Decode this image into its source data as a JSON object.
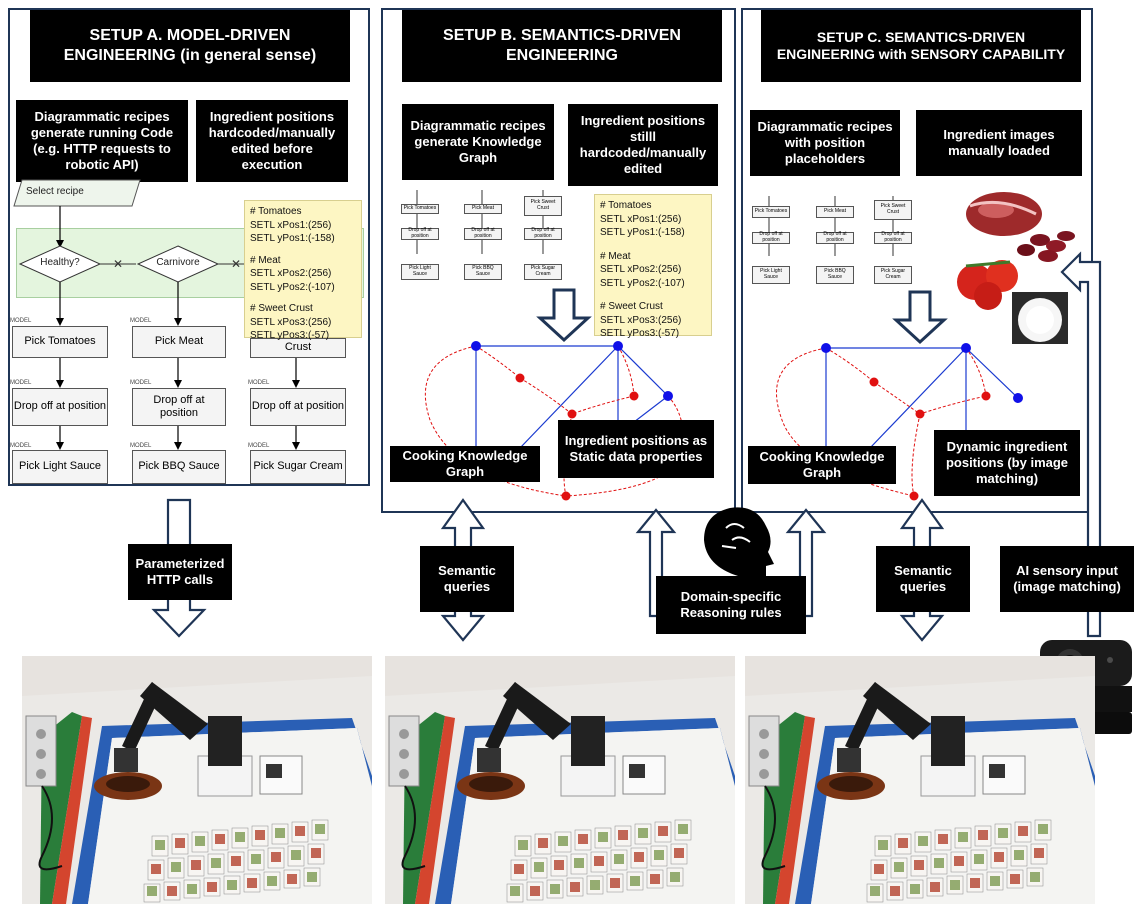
{
  "panelA": {
    "title": "SETUP A. MODEL-DRIVEN ENGINEERING (in general sense)",
    "block1": "Diagrammatic recipes generate running Code (e.g. HTTP requests to robotic API)",
    "block2": "Ingredient positions hardcoded/manually edited before execution",
    "select_recipe": "Select recipe",
    "healthy": "Healthy?",
    "carnivore": "Carnivore",
    "model_label": "MODEL",
    "col1": [
      "Pick Tomatoes",
      "Drop off at position",
      "Pick Light Sauce"
    ],
    "col2": [
      "Pick Meat",
      "Drop off at position",
      "Pick BBQ Sauce"
    ],
    "col3": [
      "Crust",
      "Drop off at position",
      "Pick Sugar Cream"
    ],
    "code_lines": [
      "# Tomatoes",
      "SETL xPos1:(256)",
      "SETL yPos1:(-158)",
      "",
      "# Meat",
      "SETL xPos2:(256)",
      "SETL yPos2:(-107)",
      "",
      "# Sweet Crust",
      "SETL xPos3:(256)",
      "SETL yPos3:(-57)"
    ]
  },
  "panelB": {
    "title": "SETUP B. SEMANTICS-DRIVEN ENGINEERING",
    "block1": "Diagrammatic recipes generate Knowledge Graph",
    "block2": "Ingredient positions stilll hardcoded/manually edited",
    "mini_col1": [
      "Pick Tomatoes",
      "Drop off at position",
      "Pick Light Sauce"
    ],
    "mini_col2": [
      "Pick Meat",
      "Drop off at position",
      "Pick BBQ Sauce"
    ],
    "mini_col3": [
      "Pick Sweet Crust",
      "Drop off at position",
      "Pick Sugar Cream"
    ],
    "code_lines": [
      "# Tomatoes",
      "SETL xPos1:(256)",
      "SETL yPos1:(-158)",
      "",
      "# Meat",
      "SETL xPos2:(256)",
      "SETL yPos2:(-107)",
      "",
      "# Sweet Crust",
      "SETL xPos3:(256)",
      "SETL yPos3:(-57)"
    ],
    "kg_label": "Cooking Knowledge Graph",
    "positions_label": "Ingredient positions as Static data properties"
  },
  "panelC": {
    "title": "SETUP C. SEMANTICS-DRIVEN ENGINEERING with SENSORY CAPABILITY",
    "block1": "Diagrammatic recipes with position placeholders",
    "block2": "Ingredient images manually loaded",
    "mini_col1": [
      "Pick Tomatoes",
      "Drop off at position",
      "Pick Light Sauce"
    ],
    "mini_col2": [
      "Pick Meat",
      "Drop off at position",
      "Pick BBQ Sauce"
    ],
    "mini_col3": [
      "Pick Sweet Crust",
      "Drop off at position",
      "Pick Sugar Cream"
    ],
    "kg_label": "Cooking Knowledge Graph",
    "positions_label": "Dynamic ingredient positions (by image matching)"
  },
  "connectors": {
    "http": "Parameterized HTTP calls",
    "semB": "Semantic queries",
    "reasoning": "Domain-specific Reasoning rules",
    "semC": "Semantic queries",
    "ai": "AI sensory input (image matching)"
  },
  "colors": {
    "navy": "#1f3556",
    "blue_node": "#1010e8",
    "red_node": "#e01010",
    "note": "#fdf6c3"
  }
}
